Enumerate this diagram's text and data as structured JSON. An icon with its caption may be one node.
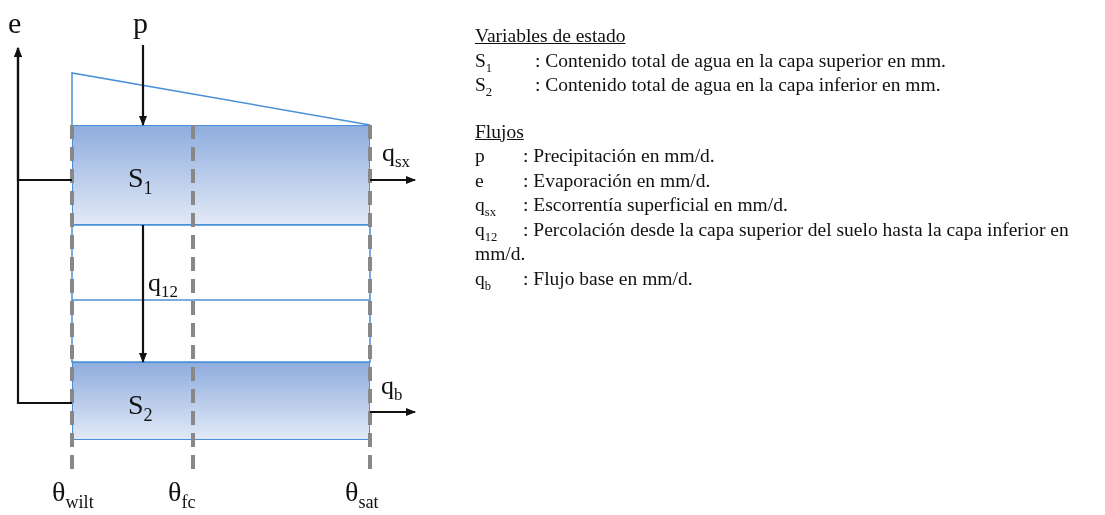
{
  "diagram": {
    "nodes": [
      {
        "text": [
          "e"
        ]
      },
      {
        "text": [
          "p"
        ]
      },
      {
        "text": [
          "S$_{1}$"
        ]
      },
      {
        "text": [
          "S$_{2}$"
        ]
      }
    ],
    "edges": [
      {
        "from": 2,
        "to": 0,
        "arrow": "to"
      },
      {
        "from": 3,
        "to": 0,
        "arrow": "to"
      },
      {
        "from": 1,
        "to": 2,
        "arrow": "to"
      },
      {
        "from": 2,
        "to": 3,
        "arrow": "to",
        "label": "q$_{12}$"
      },
      {
        "from": 2,
        "to": null,
        "arrow": "to",
        "label": "q$_{sx}$"
      },
      {
        "from": 3,
        "to": null,
        "arrow": "to",
        "label": "q$_{b}$"
      }
    ],
    "labels": [
      "θ$_{wilt}$",
      "θ$_{fc}$",
      "θ$_{sat}$",
      "Variables de estado",
      "S$_{1}$",
      ": Contenido total de agua en la capa superior en mm.",
      "S$_{2}$",
      ": Contenido total de agua en la capa inferior en mm.",
      "Flujos",
      "p",
      ": Precipitación en mm/d.",
      "e",
      ": Evaporación en mm/d.",
      "q$_{sx}$",
      ": Escorrentía superficial en mm/d.",
      "q$_{12}$",
      ": Percolación desde la capa superior del suelo hasta la capa inferior en mm/d.",
      "q$_{b}$",
      ": Flujo base en mm/d."
    ]
  }
}
